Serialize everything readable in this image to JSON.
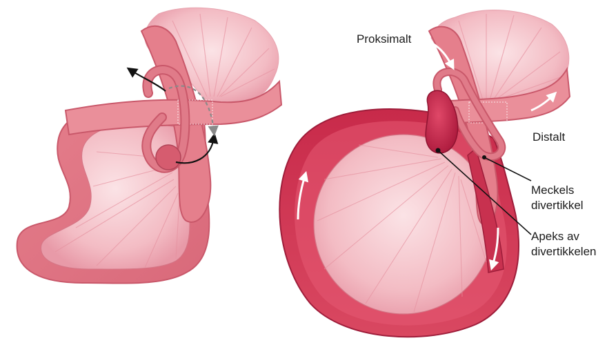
{
  "labels": {
    "proximal": "Proksimalt",
    "distal": "Distalt",
    "meckel_line1": "Meckels",
    "meckel_line2": "divertikkel",
    "apex_line1": "Apeks av",
    "apex_line2": "divertikkelen"
  },
  "colors": {
    "mesentery": "#f2b7bf",
    "mesentery_fold": "#e799a6",
    "bowel_left": "#e48a93",
    "bowel_right": "#d23a55",
    "bowel_light": "#f1a8b1",
    "outline": "#b8455a",
    "diverticulum": "#c42447",
    "arrow": "#111111"
  }
}
